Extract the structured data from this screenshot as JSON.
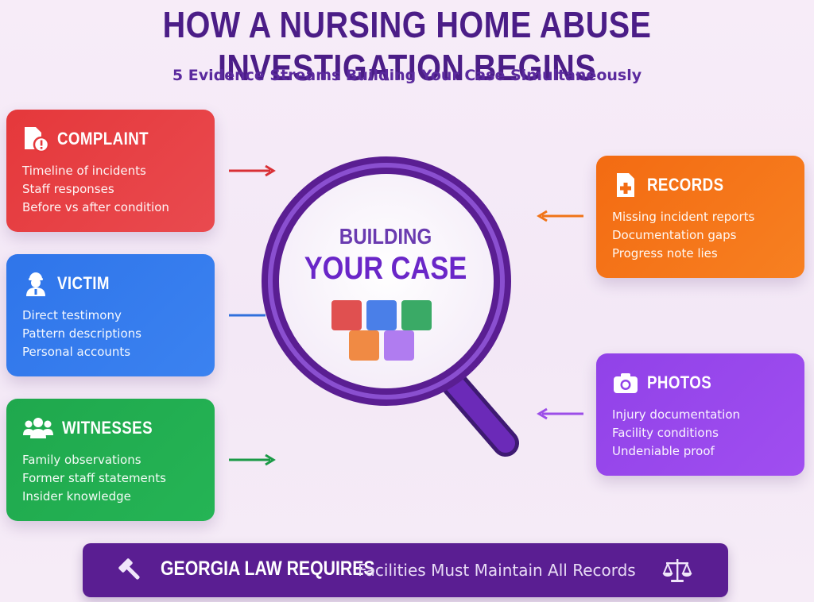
{
  "title": "HOW A NURSING HOME ABUSE INVESTIGATION BEGINS",
  "subtitle": "5 Evidence Streams Building Your Case Simultaneously",
  "center": {
    "line1": "BUILDING",
    "line2": "YOUR CASE"
  },
  "cards": {
    "complaint": {
      "heading": "COMPLAINT",
      "icon": "document-alert-icon",
      "color": "#e5383b",
      "items": [
        "Timeline of incidents",
        "Staff responses",
        "Before vs after condition"
      ]
    },
    "victim": {
      "heading": "VICTIM",
      "icon": "person-icon",
      "color": "#2f75ea",
      "items": [
        "Direct testimony",
        "Pattern descriptions",
        "Personal accounts"
      ]
    },
    "witnesses": {
      "heading": "WITNESSES",
      "icon": "group-icon",
      "color": "#1fa84d",
      "items": [
        "Family observations",
        "Former staff statements",
        "Insider knowledge"
      ]
    },
    "records": {
      "heading": "RECORDS",
      "icon": "medical-file-icon",
      "color": "#f36b12",
      "items": [
        "Missing incident reports",
        "Documentation gaps",
        "Progress note lies"
      ]
    },
    "photos": {
      "heading": "PHOTOS",
      "icon": "camera-icon",
      "color": "#9142e8",
      "items": [
        "Injury documentation",
        "Facility conditions",
        "Undeniable proof"
      ]
    }
  },
  "footer": {
    "label": "GEORGIA LAW REQUIRES",
    "message": "Facilities Must Maintain All Records"
  }
}
